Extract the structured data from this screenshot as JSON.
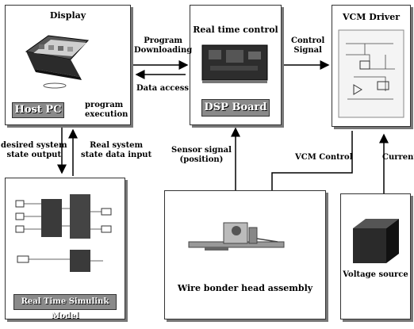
{
  "blocks": {
    "host_pc": {
      "title": "Display",
      "badge": "Host PC",
      "side_note": "program\nexecution"
    },
    "dsp": {
      "title": "Real time control",
      "badge": "DSP Board"
    },
    "vcm": {
      "title": "VCM Driver"
    },
    "model": {
      "badge": "Real Time Simulink Model"
    },
    "wire_bonder": {
      "caption": "Wire bonder head assembly"
    },
    "voltage": {
      "caption": "Voltage source"
    }
  },
  "arrows": {
    "program_downloading": "Program\nDownloading",
    "data_access": "Data access",
    "control_signal": "Control\nSignal",
    "desired_output": "desired system\nstate output",
    "real_input": "Real system\nstate data input",
    "sensor_signal": "Sensor signal\n(position)",
    "vcm_control": "VCM Control",
    "current": "Current"
  }
}
